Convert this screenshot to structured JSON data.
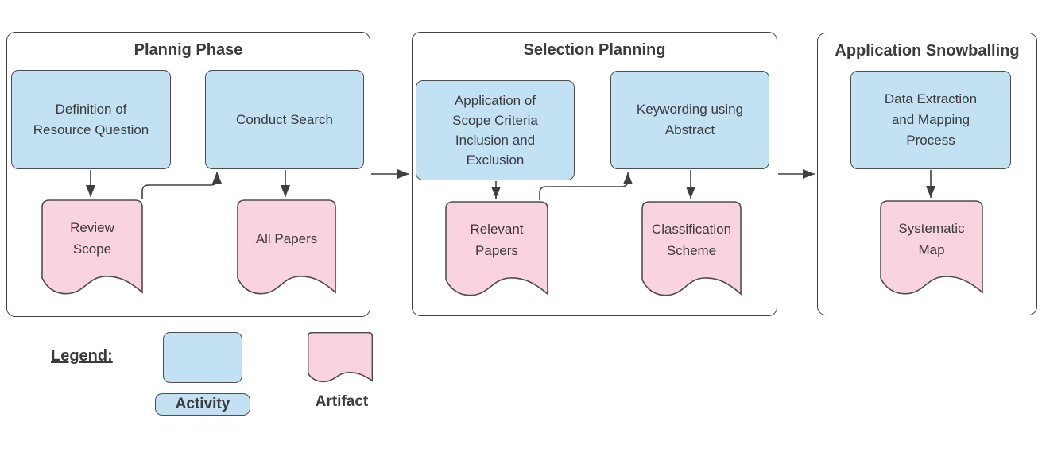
{
  "colors": {
    "activity_fill": "#C2E2F4",
    "artifact_fill": "#F9D3DE",
    "shape_stroke": "#4D4D4D",
    "frame_stroke": "#3F3F3F",
    "line_color": "#3F3F3F",
    "text_color": "#3B3B3B"
  },
  "phases": [
    {
      "title": "Plannig Phase",
      "activities": [
        {
          "label": "Definition of\nResource Question"
        },
        {
          "label": "Conduct Search"
        }
      ],
      "artifacts": [
        {
          "label": "Review\nScope"
        },
        {
          "label": "All Papers"
        }
      ]
    },
    {
      "title": "Selection Planning",
      "activities": [
        {
          "label": "Application of\nScope Criteria\nInclusion and\nExclusion"
        },
        {
          "label": "Keywording using\nAbstract"
        }
      ],
      "artifacts": [
        {
          "label": "Relevant\nPapers"
        },
        {
          "label": "Classification\nScheme"
        }
      ]
    },
    {
      "title": "Application Snowballing",
      "activities": [
        {
          "label": "Data Extraction\nand Mapping\nProcess"
        }
      ],
      "artifacts": [
        {
          "label": "Systematic\nMap"
        }
      ]
    }
  ],
  "legend": {
    "title": "Legend:",
    "activity_label": "Activity",
    "artifact_label": "Artifact"
  }
}
